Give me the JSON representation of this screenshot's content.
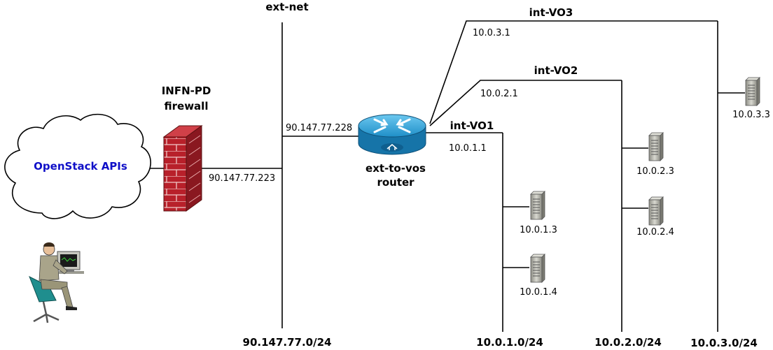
{
  "networks": {
    "ext_net": {
      "name": "ext-net",
      "subnet": "90.147.77.0/24"
    },
    "int_vo1": {
      "name": "int-VO1",
      "subnet": "10.0.1.0/24",
      "gateway": "10.0.1.1"
    },
    "int_vo2": {
      "name": "int-VO2",
      "subnet": "10.0.2.0/24",
      "gateway": "10.0.2.1"
    },
    "int_vo3": {
      "name": "int-VO3",
      "subnet": "10.0.3.0/24",
      "gateway": "10.0.3.1"
    }
  },
  "firewall": {
    "line1": "INFN-PD",
    "line2": "firewall",
    "ip": "90.147.77.223"
  },
  "router": {
    "line1": "ext-to-vos",
    "line2": "router",
    "ext_ip": "90.147.77.228"
  },
  "cloud": {
    "label": "OpenStack APIs",
    "color": "#1010c8"
  },
  "hosts": {
    "h_10_0_1_3": "10.0.1.3",
    "h_10_0_1_4": "10.0.1.4",
    "h_10_0_2_3": "10.0.2.3",
    "h_10_0_2_4": "10.0.2.4",
    "h_10_0_3_3": "10.0.3.3"
  },
  "colors": {
    "firewall_brick": "#b8202a",
    "router_blue": "#1a8fc8",
    "server_gray": "#a8a8a0"
  }
}
